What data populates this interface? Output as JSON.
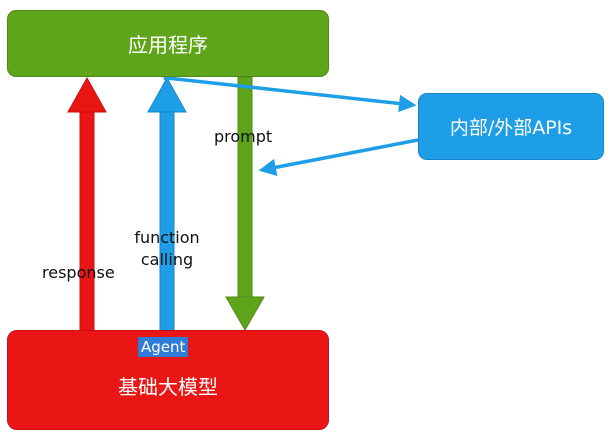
{
  "nodes": {
    "app": "应用程序",
    "apis": "内部/外部APIs",
    "model": "基础大模型"
  },
  "labels": {
    "prompt": "prompt",
    "response": "response",
    "function_line1": "function",
    "function_line2": "calling",
    "agent": "Agent"
  },
  "colors": {
    "app": "#5ea51c",
    "apis": "#1e9ee6",
    "model": "#ea1616"
  }
}
